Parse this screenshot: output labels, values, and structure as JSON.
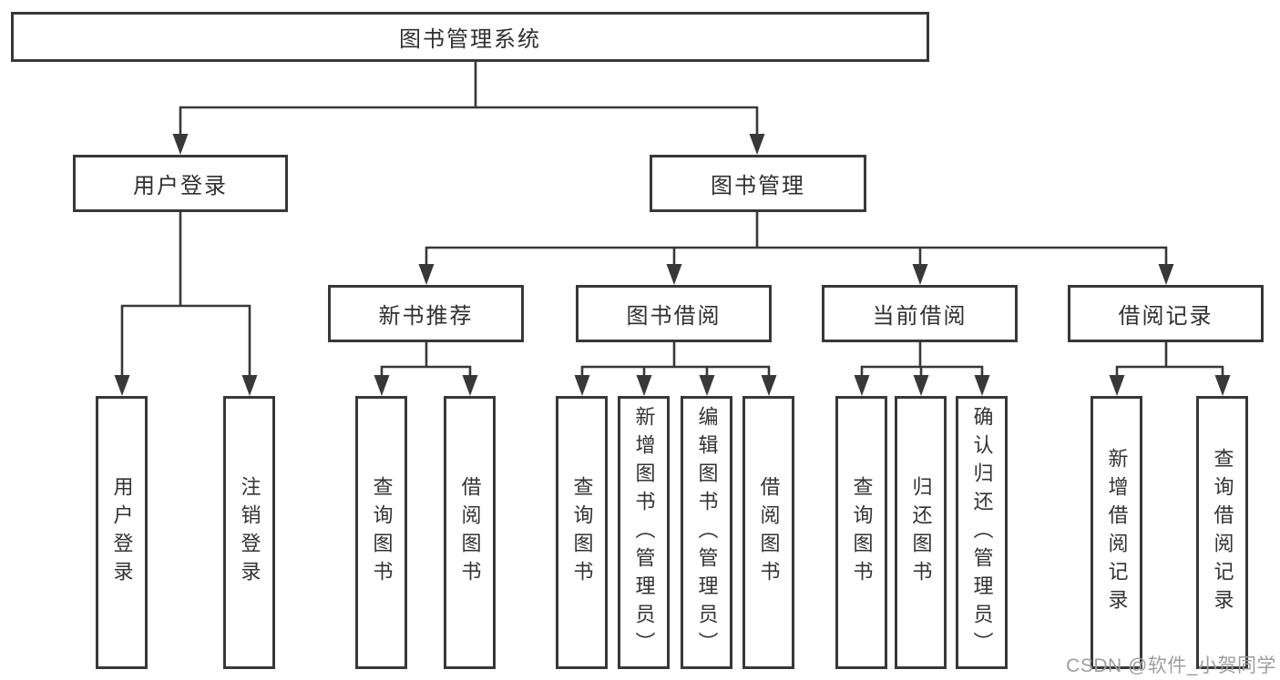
{
  "tree": {
    "label": "图书管理系统",
    "children": [
      {
        "label": "用户登录",
        "children": [
          {
            "label": "用户登录"
          },
          {
            "label": "注销登录"
          }
        ]
      },
      {
        "label": "图书管理",
        "children": [
          {
            "label": "新书推荐",
            "children": [
              {
                "label": "查询图书"
              },
              {
                "label": "借阅图书"
              }
            ]
          },
          {
            "label": "图书借阅",
            "children": [
              {
                "label": "查询图书"
              },
              {
                "label": "新增图书（管理员）"
              },
              {
                "label": "编辑图书（管理员）"
              },
              {
                "label": "借阅图书"
              }
            ]
          },
          {
            "label": "当前借阅",
            "children": [
              {
                "label": "查询图书"
              },
              {
                "label": "归还图书"
              },
              {
                "label": "确认归还（管理员）"
              }
            ]
          },
          {
            "label": "借阅记录",
            "children": [
              {
                "label": "新增借阅记录"
              },
              {
                "label": "查询借阅记录"
              }
            ]
          }
        ]
      }
    ]
  },
  "watermark": {
    "text": "CSDN @软件_小贺同学"
  },
  "colors": {
    "line": "#383838",
    "box_border": "#383838",
    "text": "#2f2f2f",
    "watermark": "#9e9e9e",
    "background": "#ffffff"
  }
}
